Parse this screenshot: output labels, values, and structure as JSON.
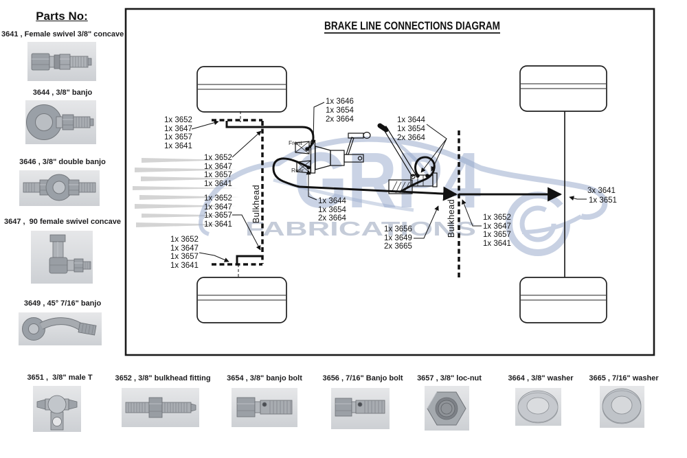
{
  "title": "BRAKE LINE CONNECTIONS DIAGRAM",
  "sidebar": {
    "heading": "Parts No:",
    "items": [
      {
        "id": "3641",
        "label": "3641 , Female swivel 3/8\" concave"
      },
      {
        "id": "3644",
        "label": "3644 , 3/8\" banjo"
      },
      {
        "id": "3646",
        "label": "3646 , 3/8\" double banjo"
      },
      {
        "id": "3647",
        "label": "3647 ,  90 female swivel concave"
      },
      {
        "id": "3649",
        "label": "3649 , 45° 7/16\" banjo"
      },
      {
        "id": "3651",
        "label": "3651 ,  3/8\" male T"
      }
    ]
  },
  "bottom_row": {
    "items": [
      {
        "id": "3652",
        "label": "3652 , 3/8\" bulkhead fitting"
      },
      {
        "id": "3654",
        "label": "3654 , 3/8\" banjo bolt"
      },
      {
        "id": "3656",
        "label": "3656 , 7/16\" Banjo bolt"
      },
      {
        "id": "3657",
        "label": "3657 , 3/8\" loc-nut"
      },
      {
        "id": "3664",
        "label": "3664 , 3/8\" washer"
      },
      {
        "id": "3665",
        "label": "3665 , 7/16\" washer"
      }
    ]
  },
  "diagram": {
    "labels": {
      "bulkhead_left": "Bulkhead",
      "bulkhead_right": "Bulkhead",
      "front_port": "Front",
      "rear_port": "Rear"
    },
    "watermark": {
      "line1": "GRP4",
      "line2": "FABRICATIONS"
    },
    "callouts": [
      {
        "id": "front-left-hose",
        "lines": [
          "1x 3652",
          "1x 3647",
          "1x 3657",
          "1x 3641"
        ]
      },
      {
        "id": "front-bulkhead-top",
        "lines": [
          "1x 3652",
          "1x 3647",
          "1x 3657",
          "1x 3641"
        ]
      },
      {
        "id": "front-bulkhead-bottom",
        "lines": [
          "1x 3652",
          "1x 3647",
          "1x 3657",
          "1x 3641"
        ]
      },
      {
        "id": "rear-left-hose",
        "lines": [
          "1x 3652",
          "1x 3647",
          "1x 3657",
          "1x 3641"
        ]
      },
      {
        "id": "mc-front-port",
        "lines": [
          "1x 3646",
          "1x 3654",
          "2x 3664"
        ]
      },
      {
        "id": "handbrake-inlet",
        "lines": [
          "1x 3644",
          "1x 3654",
          "2x 3664"
        ]
      },
      {
        "id": "mc-rear-port",
        "lines": [
          "1x 3644",
          "1x 3654",
          "2x 3664"
        ]
      },
      {
        "id": "handbrake-outlet",
        "lines": [
          "1x 3656",
          "1x 3649",
          "2x 3665"
        ]
      },
      {
        "id": "rear-axle-tee",
        "lines": [
          "3x 3641",
          "1x 3651"
        ]
      },
      {
        "id": "rear-right-hose",
        "lines": [
          "1x 3652",
          "1x 3647",
          "1x 3657",
          "1x 3641"
        ]
      }
    ]
  },
  "colors": {
    "line": "#111111",
    "watermark_blue": "#a4b4d2",
    "watermark_text": "#96a9cc",
    "streak_gray": "#d4d4d4"
  }
}
